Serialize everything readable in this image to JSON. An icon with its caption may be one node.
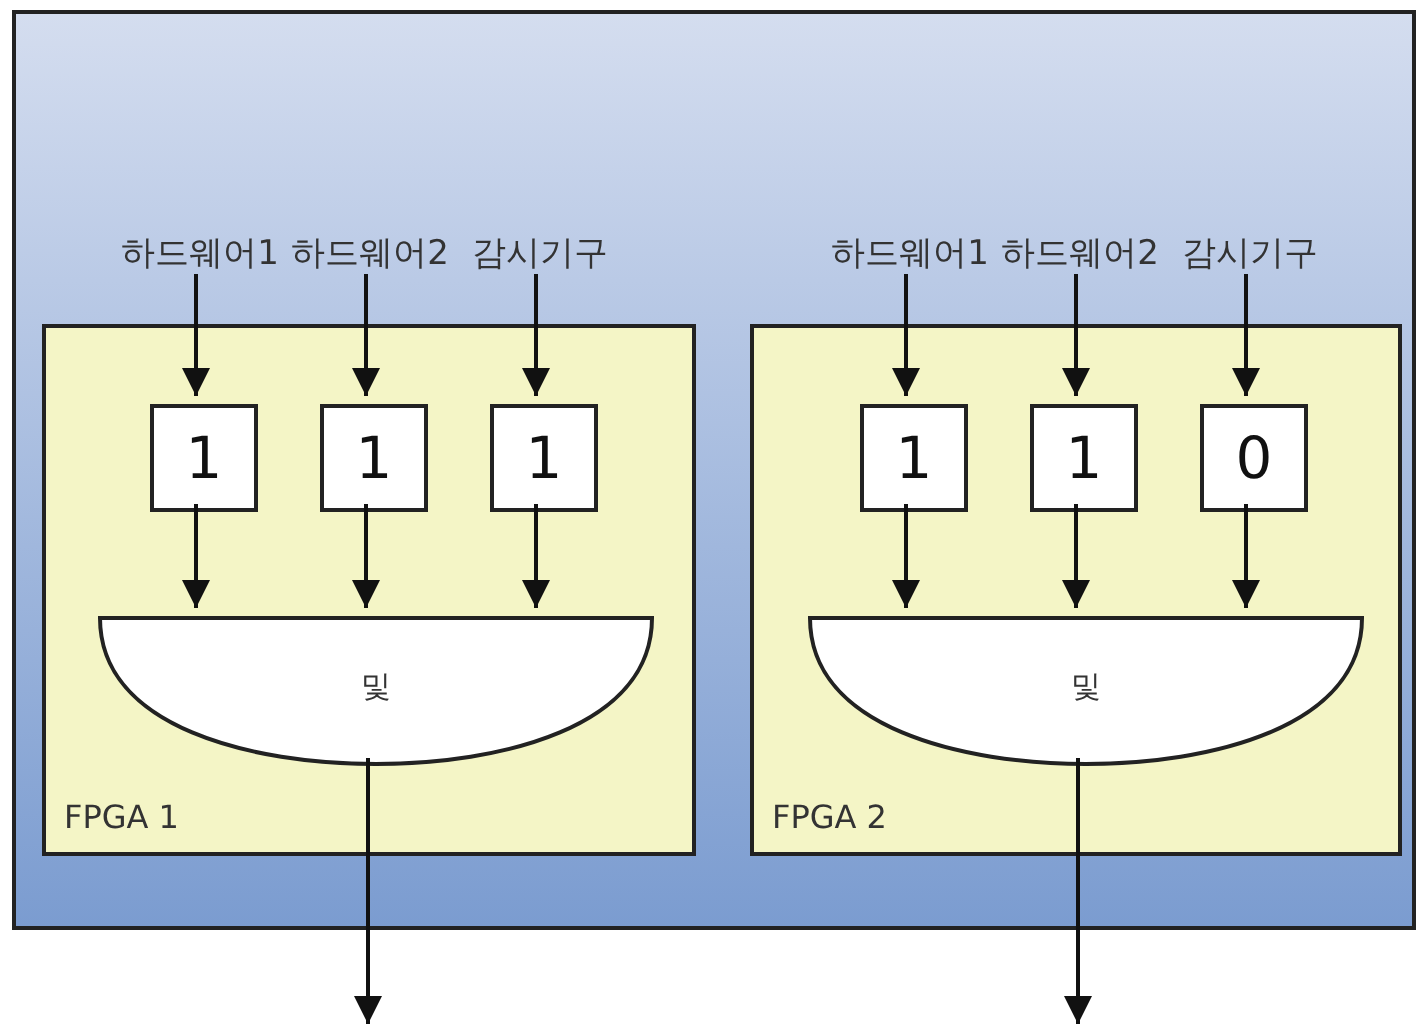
{
  "diagram": {
    "nodes": [
      {
        "text": [],
        "shape": "box"
      },
      {
        "text": [
          "하드웨어1"
        ],
        "in": 0
      },
      {
        "text": [
          "하드웨어2"
        ],
        "in": 0
      },
      {
        "text": [
          "감시기구"
        ],
        "in": 0
      },
      {
        "text": [
          "하드웨어1"
        ],
        "in": 0
      },
      {
        "text": [
          "하드웨어2"
        ],
        "in": 0
      },
      {
        "text": [
          "감시기구"
        ],
        "in": 0
      },
      {
        "text": [
          "FPGA 1"
        ],
        "in": 0
      },
      {
        "text": [
          "1"
        ],
        "in": 7
      },
      {
        "text": [
          "1"
        ],
        "in": 7
      },
      {
        "text": [
          "1"
        ],
        "in": 7
      },
      {
        "text": [
          "및"
        ],
        "in": 7
      },
      {
        "text": [
          "FPGA 2"
        ],
        "in": 0
      },
      {
        "text": [
          "1"
        ],
        "in": 12
      },
      {
        "text": [
          "1"
        ],
        "in": 12
      },
      {
        "text": [
          "0"
        ],
        "in": 12
      },
      {
        "text": [
          "및"
        ],
        "in": 12
      }
    ],
    "edges": [
      {
        "from": 1,
        "to": 8,
        "arrow": "to"
      },
      {
        "from": 2,
        "to": 9,
        "arrow": "to"
      },
      {
        "from": 3,
        "to": 10,
        "arrow": "to"
      },
      {
        "from": 8,
        "to": 11,
        "arrow": "to"
      },
      {
        "from": 9,
        "to": 11,
        "arrow": "to"
      },
      {
        "from": 10,
        "to": 11,
        "arrow": "to"
      },
      {
        "from": 11,
        "to": null,
        "arrow": "to"
      },
      {
        "from": 4,
        "to": 13,
        "arrow": "to"
      },
      {
        "from": 5,
        "to": 14,
        "arrow": "to"
      },
      {
        "from": 6,
        "to": 15,
        "arrow": "to"
      },
      {
        "from": 13,
        "to": 16,
        "arrow": "to"
      },
      {
        "from": 14,
        "to": 16,
        "arrow": "to"
      },
      {
        "from": 15,
        "to": 16,
        "arrow": "to"
      },
      {
        "from": 16,
        "to": null,
        "arrow": "to"
      }
    ]
  }
}
